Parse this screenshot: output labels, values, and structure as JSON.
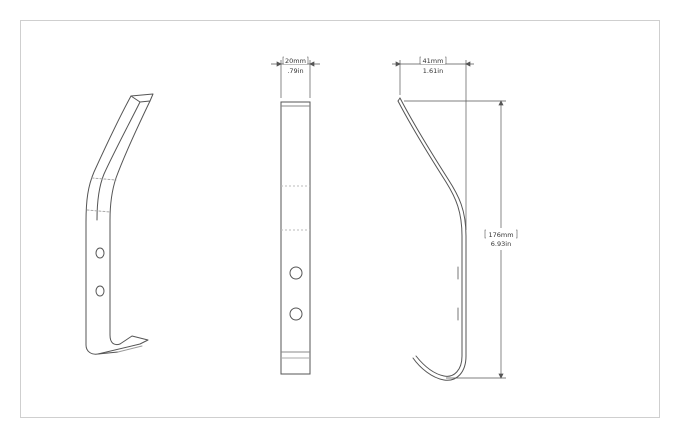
{
  "dimensions": {
    "width": {
      "metric": "20mm",
      "imperial": ".79in"
    },
    "depth": {
      "metric": "41mm",
      "imperial": "1.61in"
    },
    "height": {
      "metric": "176mm",
      "imperial": "6.93in"
    }
  }
}
